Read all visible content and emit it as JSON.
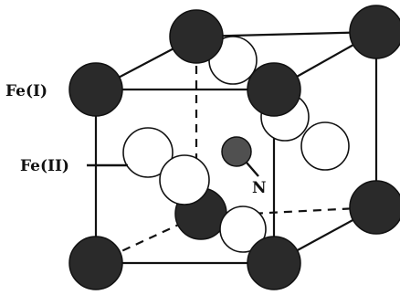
{
  "labels": {
    "fe_i": "Fe(I)",
    "fe_ii": "Fe(II)",
    "n": "N"
  },
  "colors": {
    "fe_i_fill": "#2a2a2a",
    "fe_ii_fill": "#ffffff",
    "n_fill": "#505050",
    "line": "#111111"
  }
}
